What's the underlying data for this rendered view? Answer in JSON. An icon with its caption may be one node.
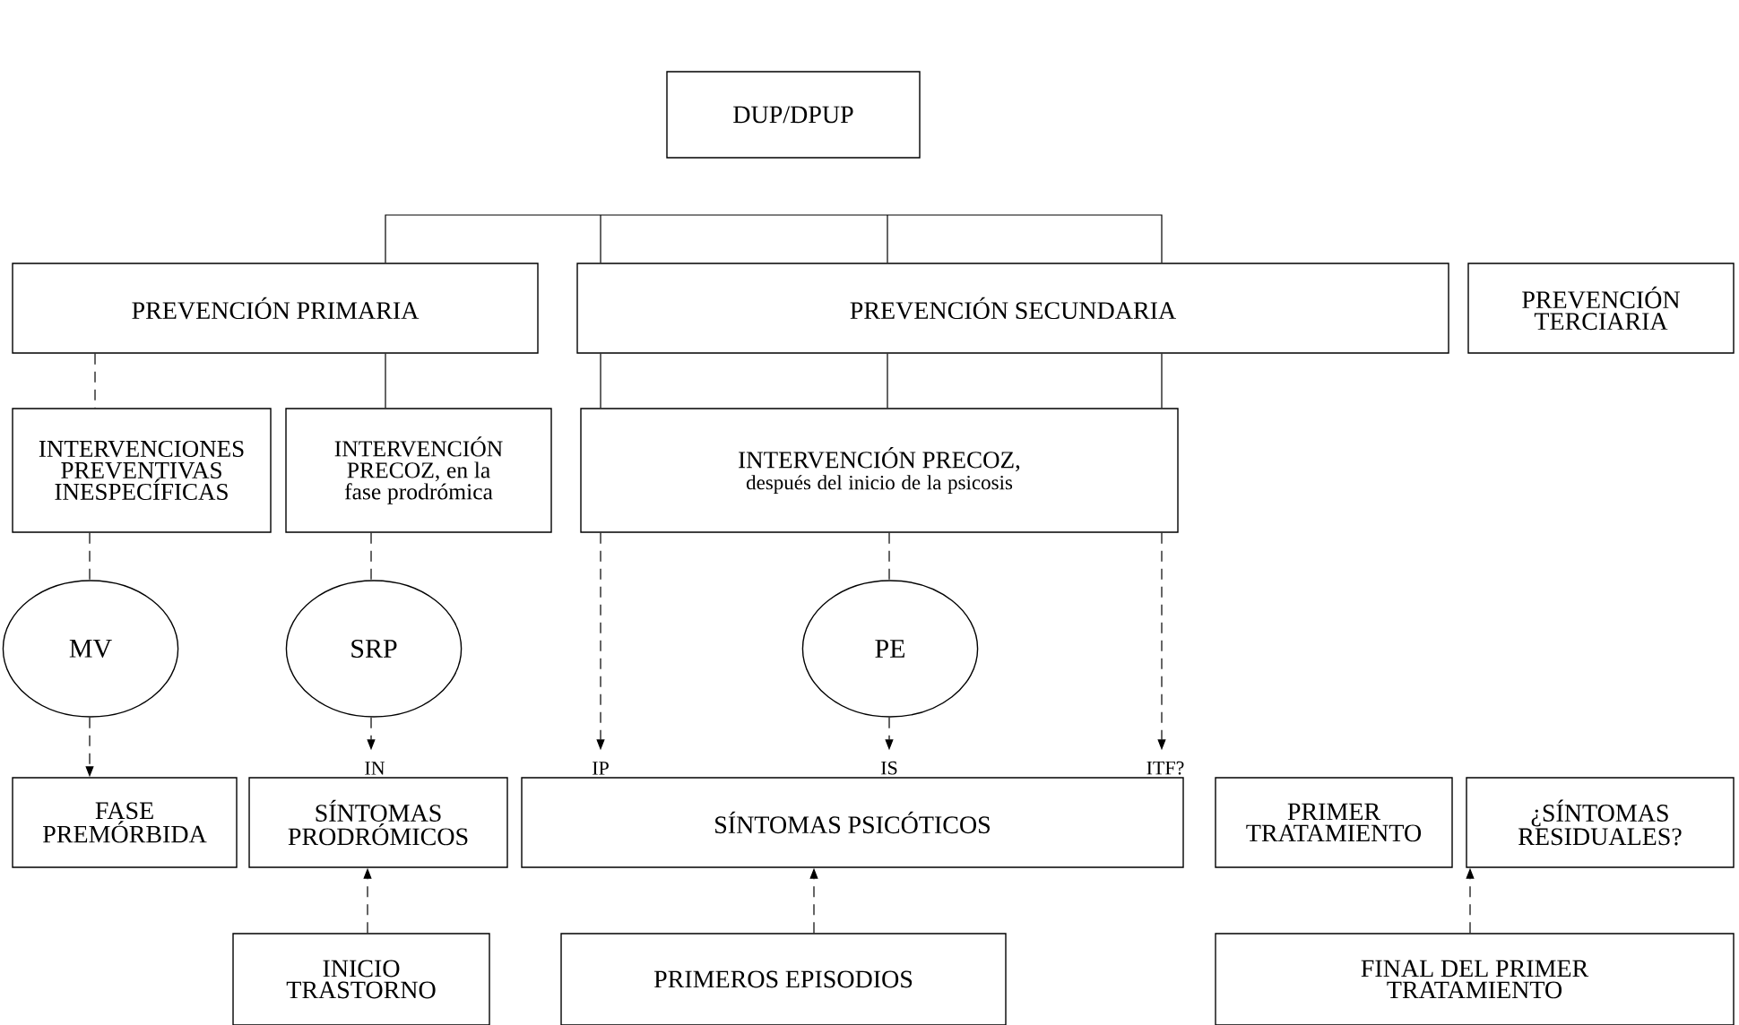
{
  "diagram": {
    "nodes": [
      {
        "text": [
          "DUP/DPUP"
        ]
      },
      {
        "text": [
          "PREVENCIÓN PRIMARIA"
        ]
      },
      {
        "text": [
          "PREVENCIÓN SECUNDARIA"
        ]
      },
      {
        "text": [
          "PREVENCIÓN TERCIARIA"
        ]
      },
      {
        "text": [
          "INTERVENCIONES PREVENTIVAS INESPECÍFICAS"
        ]
      },
      {
        "text": [
          "INTERVENCIÓN PRECOZ, en la fase prodrómica"
        ]
      },
      {
        "text": [
          "INTERVENCIÓN PRECOZ,",
          "después del inicio de la psicosis"
        ]
      },
      {
        "text": [
          "MV"
        ]
      },
      {
        "text": [
          "SRP"
        ]
      },
      {
        "text": [
          "PE"
        ]
      },
      {
        "text": [
          "FASE PREMÓRBIDA"
        ]
      },
      {
        "text": [
          "SÍNTOMAS PRODRÓMICOS"
        ],
        "beside": [
          "IN"
        ]
      },
      {
        "text": [
          "SÍNTOMAS PSICÓTICOS"
        ],
        "beside": [
          "IP",
          "IS",
          "ITF?"
        ]
      },
      {
        "text": [
          "PRIMER TRATAMIENTO"
        ]
      },
      {
        "text": [
          "¿SÍNTOMAS RESIDUALES?"
        ]
      },
      {
        "text": [
          "INICIO TRASTORNO"
        ]
      },
      {
        "text": [
          "PRIMEROS EPISODIOS"
        ]
      },
      {
        "text": [
          "FINAL DEL PRIMER TRATAMIENTO"
        ]
      }
    ],
    "edges": [
      {
        "from": 1,
        "to": 2,
        "arrow": "none"
      },
      {
        "from": 1,
        "to": 4,
        "arrow": "none",
        "style": "dashed"
      },
      {
        "from": 1,
        "to": 5,
        "arrow": "none"
      },
      {
        "from": 2,
        "to": 6,
        "arrow": "none"
      },
      {
        "from": 4,
        "to": 7,
        "arrow": "none",
        "style": "dashed"
      },
      {
        "from": 5,
        "to": 8,
        "arrow": "none",
        "style": "dashed"
      },
      {
        "from": 6,
        "to": 12,
        "arrow": "to",
        "style": "dashed"
      },
      {
        "from": 6,
        "to": 9,
        "arrow": "none",
        "style": "dashed"
      },
      {
        "from": 6,
        "to": 12,
        "arrow": "to",
        "style": "dashed"
      },
      {
        "from": 7,
        "to": 10,
        "arrow": "to",
        "style": "dashed"
      },
      {
        "from": 8,
        "to": 11,
        "arrow": "to",
        "style": "dashed"
      },
      {
        "from": 9,
        "to": 12,
        "arrow": "to",
        "style": "dashed"
      },
      {
        "from": 15,
        "to": 11,
        "arrow": "to",
        "style": "dashed"
      },
      {
        "from": 16,
        "to": 12,
        "arrow": "to",
        "style": "dashed"
      },
      {
        "from": 17,
        "to": 14,
        "arrow": "to",
        "style": "dashed"
      }
    ]
  }
}
